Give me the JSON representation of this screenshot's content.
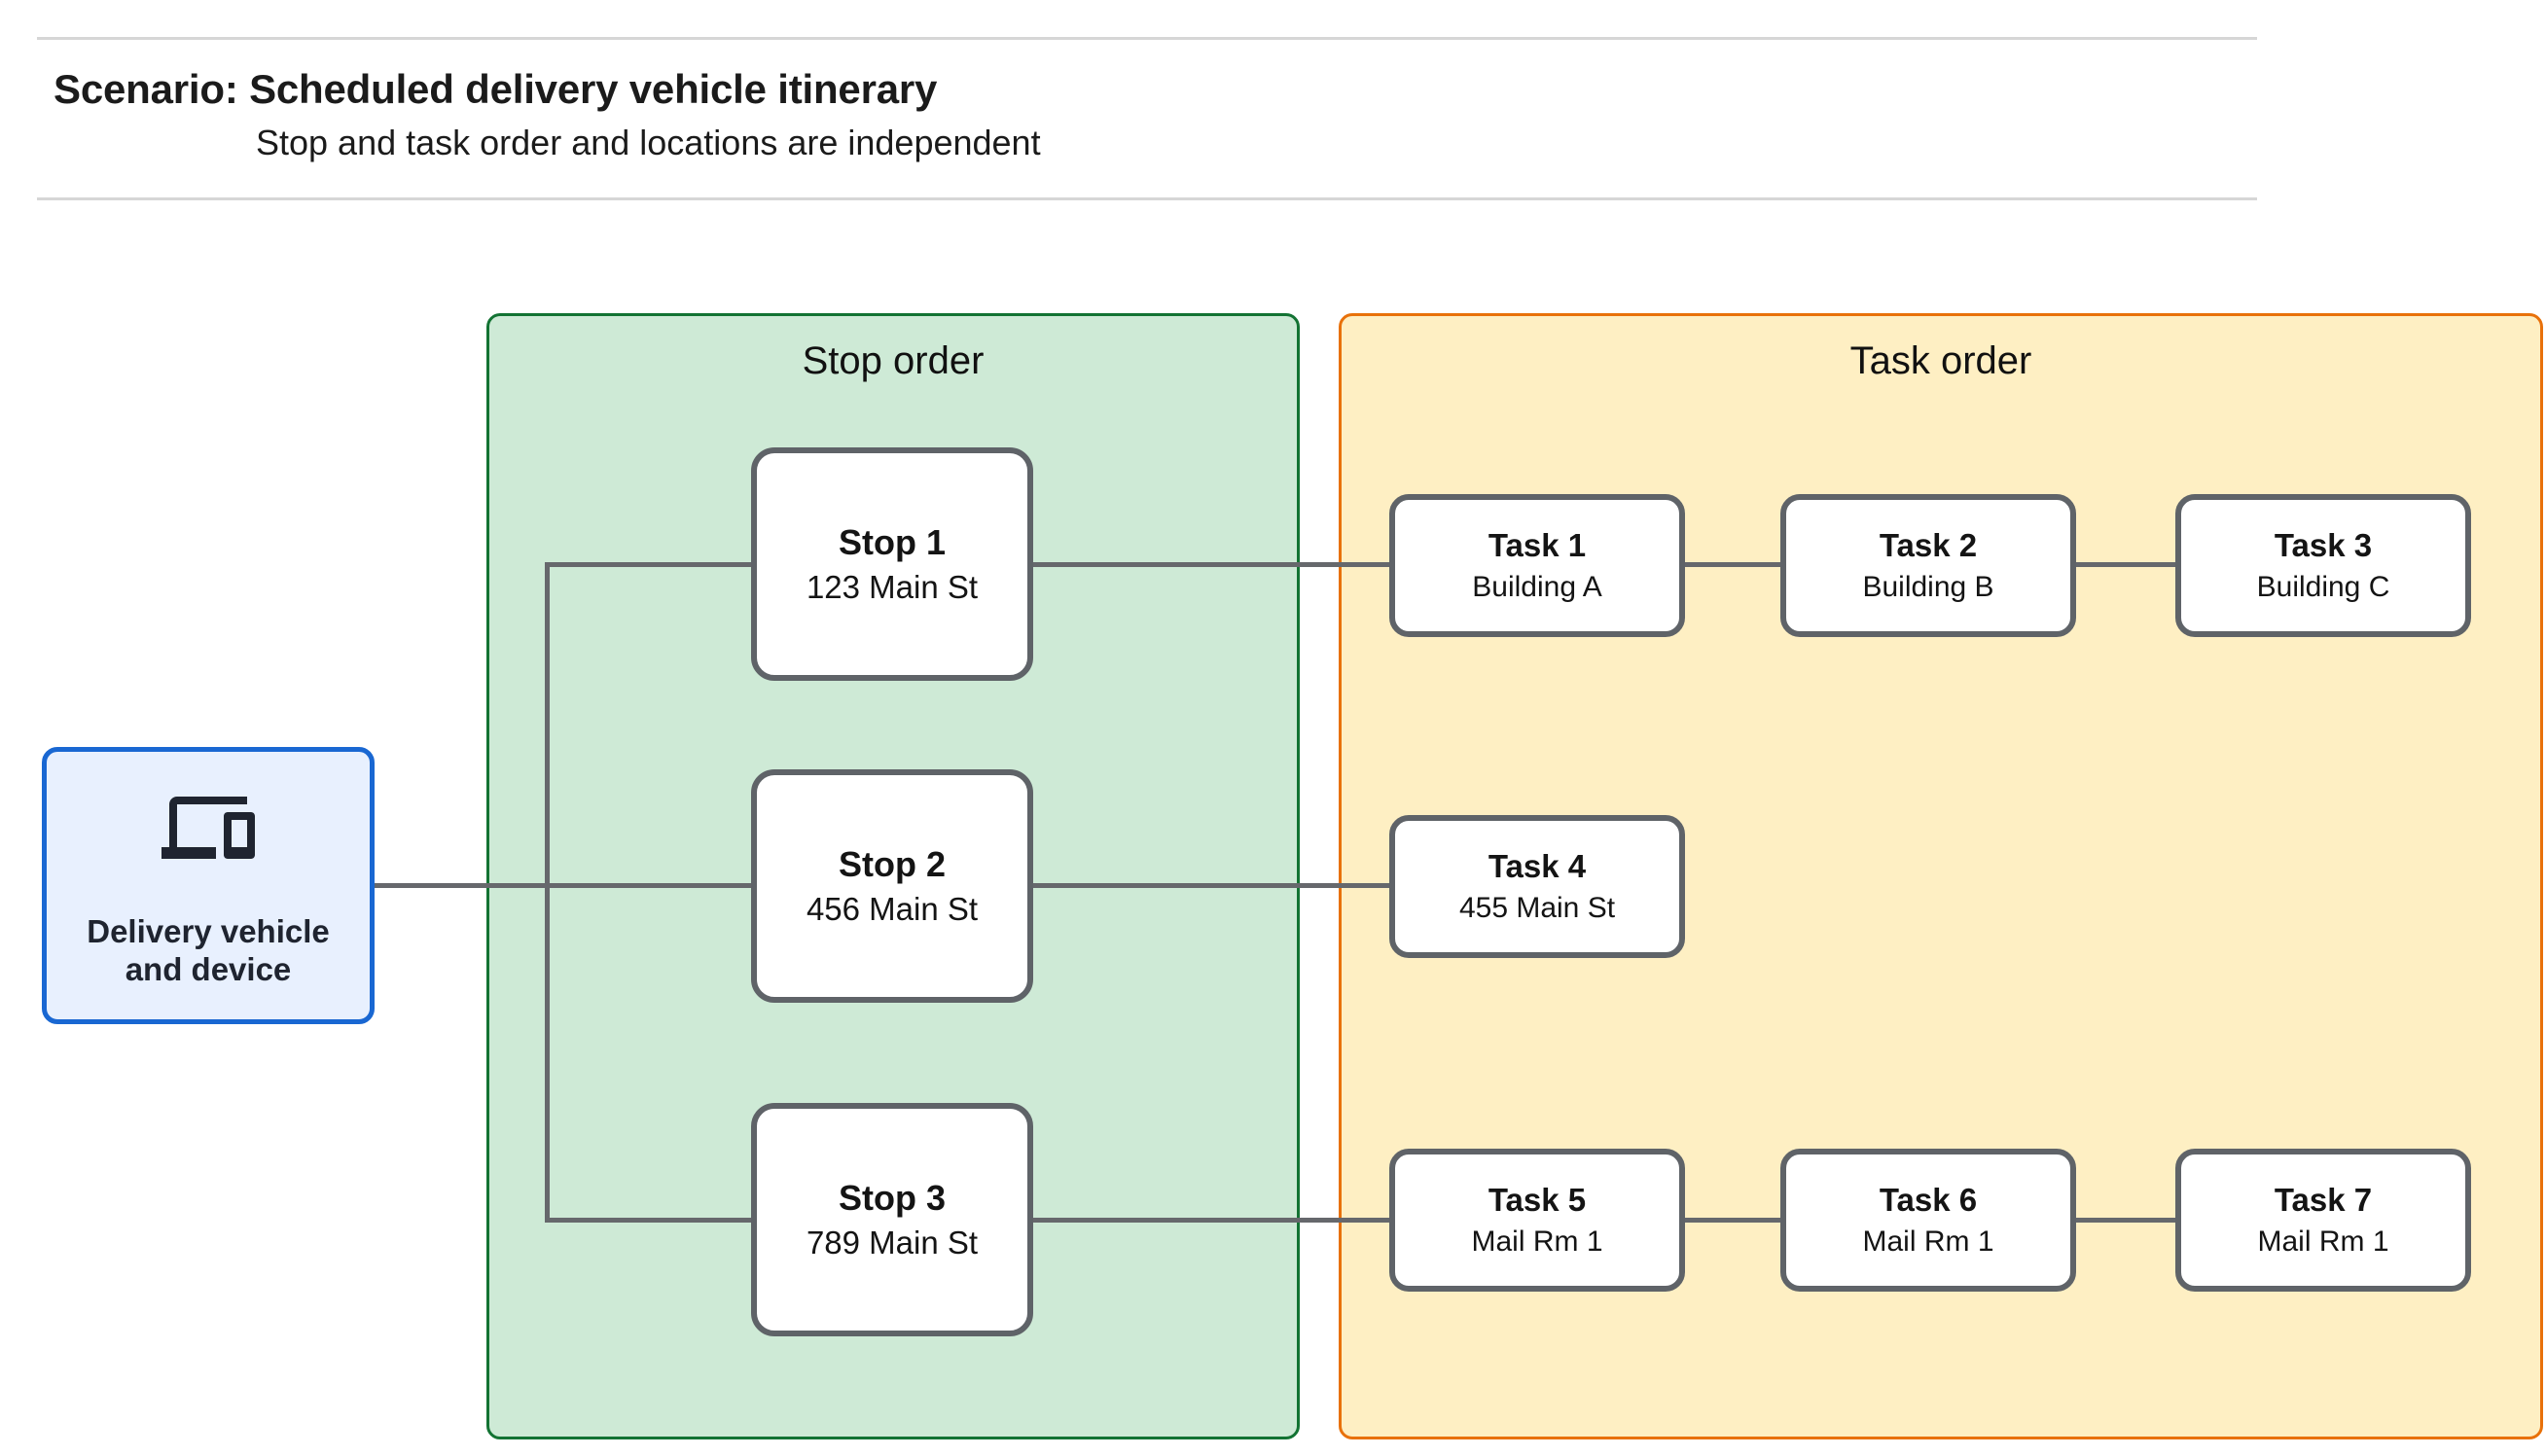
{
  "header": {
    "title": "Scenario: Scheduled delivery vehicle itinerary",
    "subtitle": "Stop and task order and locations are independent"
  },
  "delivery_node": {
    "label_line1": "Delivery vehicle",
    "label_line2": "and device",
    "icon": "devices-icon"
  },
  "stop_order_group": {
    "title": "Stop order",
    "stops": [
      {
        "name": "Stop 1",
        "address": "123 Main St"
      },
      {
        "name": "Stop 2",
        "address": "456 Main St"
      },
      {
        "name": "Stop 3",
        "address": "789 Main St"
      }
    ]
  },
  "task_order_group": {
    "title": "Task order",
    "tasks": [
      {
        "name": "Task 1",
        "location": "Building A"
      },
      {
        "name": "Task 2",
        "location": "Building B"
      },
      {
        "name": "Task 3",
        "location": "Building C"
      },
      {
        "name": "Task 4",
        "location": "455 Main St"
      },
      {
        "name": "Task 5",
        "location": "Mail Rm 1"
      },
      {
        "name": "Task 6",
        "location": "Mail Rm 1"
      },
      {
        "name": "Task 7",
        "location": "Mail Rm 1"
      }
    ]
  },
  "colors": {
    "stop_group_fill": "#ceead6",
    "stop_group_border": "#137333",
    "task_group_fill": "#feefc3",
    "task_group_border": "#e8710a",
    "delivery_fill": "#e8f0fe",
    "delivery_border": "#1967d2",
    "node_border": "#5f6368",
    "connector": "#66686c"
  }
}
